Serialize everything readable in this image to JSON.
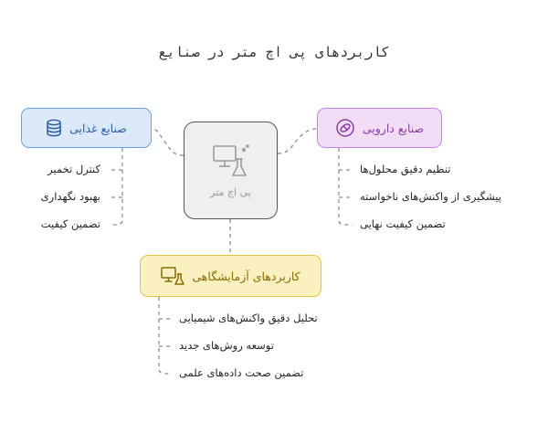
{
  "title": "کاربردهای پی اچ متر در صنایع",
  "center": {
    "label": "پی اچ متر",
    "icon": "monitor-flask-icon"
  },
  "food": {
    "label": "صنایع غذایی",
    "icon": "database-icon",
    "items": [
      "کنترل تخمیر",
      "بهبود نگهداری",
      "تضمین کیفیت"
    ]
  },
  "pharma": {
    "label": "صنایع دارویی",
    "icon": "pill-icon",
    "items": [
      "تنظیم دقیق محلول‌ها",
      "پیشگیری از واکنش‌های ناخواسته",
      "تضمین کیفیت نهایی"
    ]
  },
  "lab": {
    "label": "کاربردهای آزمایشگاهی",
    "icon": "lab-monitor-icon",
    "items": [
      "تحلیل دقیق واکنش‌های شیمیایی",
      "توسعه روش‌های جدید",
      "تضمین صحت داده‌های علمی"
    ]
  },
  "colors": {
    "food": "#6aa0e8",
    "pharma": "#c586e0",
    "lab": "#e2c43c",
    "connector": "#8a8a8a"
  }
}
